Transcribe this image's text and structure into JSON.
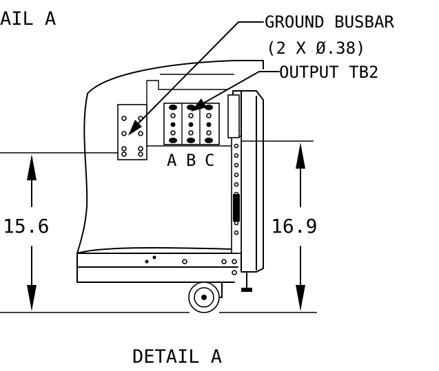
{
  "callouts": {
    "ground_busbar_line1": "GROUND BUSBAR",
    "ground_busbar_line2": "(2 X Ø.38)",
    "output_tb2": "OUTPUT TB2"
  },
  "phase_labels": [
    "A",
    "B",
    "C"
  ],
  "dimensions": {
    "left": "15.6",
    "right": "16.9"
  },
  "titles": {
    "top_left_fragment": "AIL A",
    "bottom": "DETAIL A"
  }
}
